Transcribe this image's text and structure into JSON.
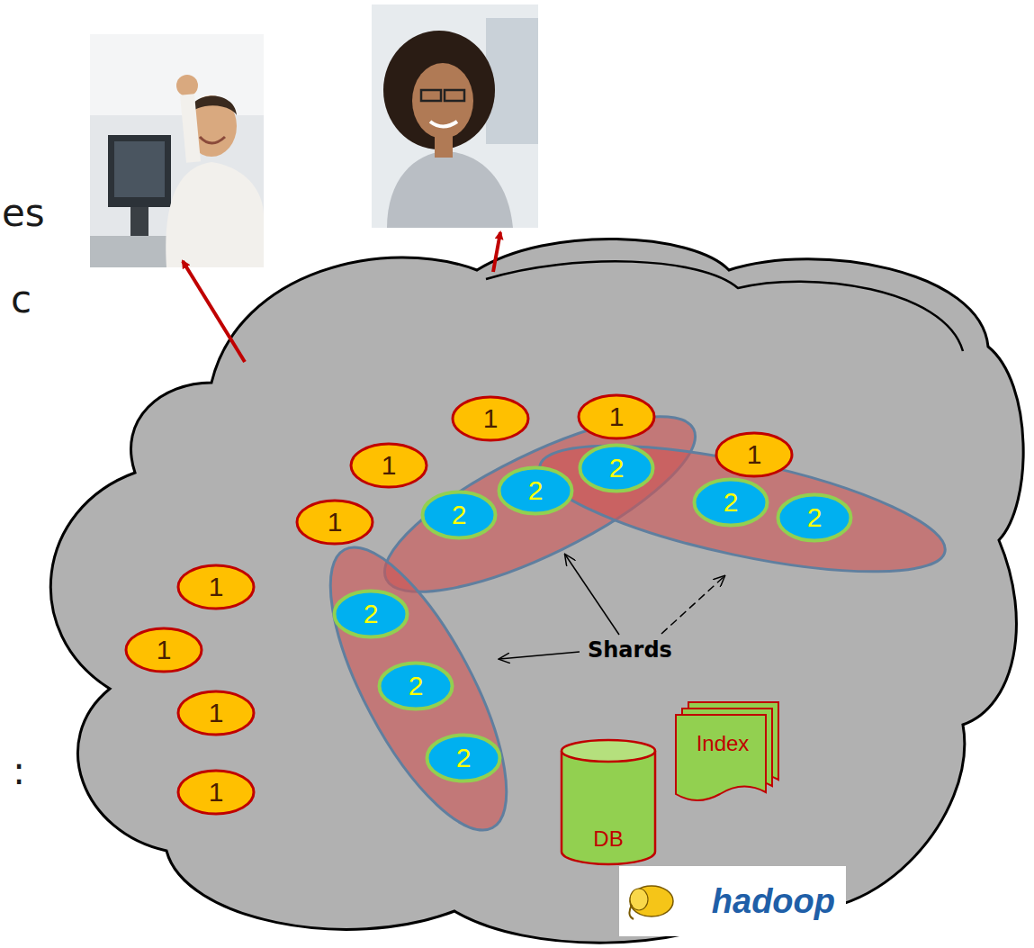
{
  "diagram": {
    "nodes": [
      {
        "text": [
          "1"
        ]
      },
      {
        "text": [
          "1"
        ]
      },
      {
        "text": [
          "1"
        ]
      },
      {
        "text": [
          "1"
        ]
      },
      {
        "text": [
          "1"
        ]
      },
      {
        "text": [
          "1"
        ]
      },
      {
        "text": [
          "1"
        ]
      },
      {
        "text": [
          "1"
        ]
      },
      {
        "text": [
          "1"
        ]
      },
      {
        "text": [
          "2"
        ]
      },
      {
        "text": [
          "2"
        ]
      },
      {
        "text": [
          "2"
        ]
      },
      {
        "text": [
          "2"
        ]
      },
      {
        "text": [
          "2"
        ]
      },
      {
        "text": [
          "2"
        ]
      },
      {
        "text": [
          "2"
        ]
      },
      {
        "text": [
          "2"
        ]
      },
      {
        "text": [
          "DB"
        ]
      },
      {
        "text": [
          "Index"
        ]
      },
      {
        "text": [
          "hadoop"
        ]
      }
    ],
    "labels": [
      "es",
      "c",
      ":",
      "Shards"
    ]
  }
}
